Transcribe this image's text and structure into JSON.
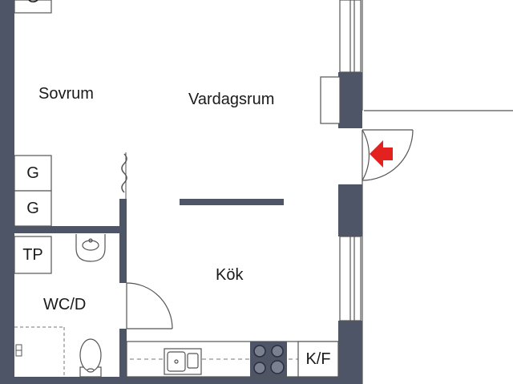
{
  "rooms": {
    "bedroom": "Sovrum",
    "living": "Vardagsrum",
    "kitchen": "Kök",
    "bathroom": "WC/D"
  },
  "fixtures": {
    "wardrobe_top": "G",
    "wardrobe_1": "G",
    "wardrobe_2": "G",
    "laundry": "TP",
    "fridge_freezer": "K/F"
  },
  "colors": {
    "wall": "#4d5566",
    "line": "#555555",
    "entrance_arrow": "#e3211e",
    "background": "#ffffff"
  },
  "icons": {
    "entrance": "entrance-arrow-icon",
    "sink": "kitchen-sink-icon",
    "stove": "stove-icon",
    "basin": "wash-basin-icon",
    "toilet": "toilet-icon",
    "curtain": "curtain-icon"
  }
}
